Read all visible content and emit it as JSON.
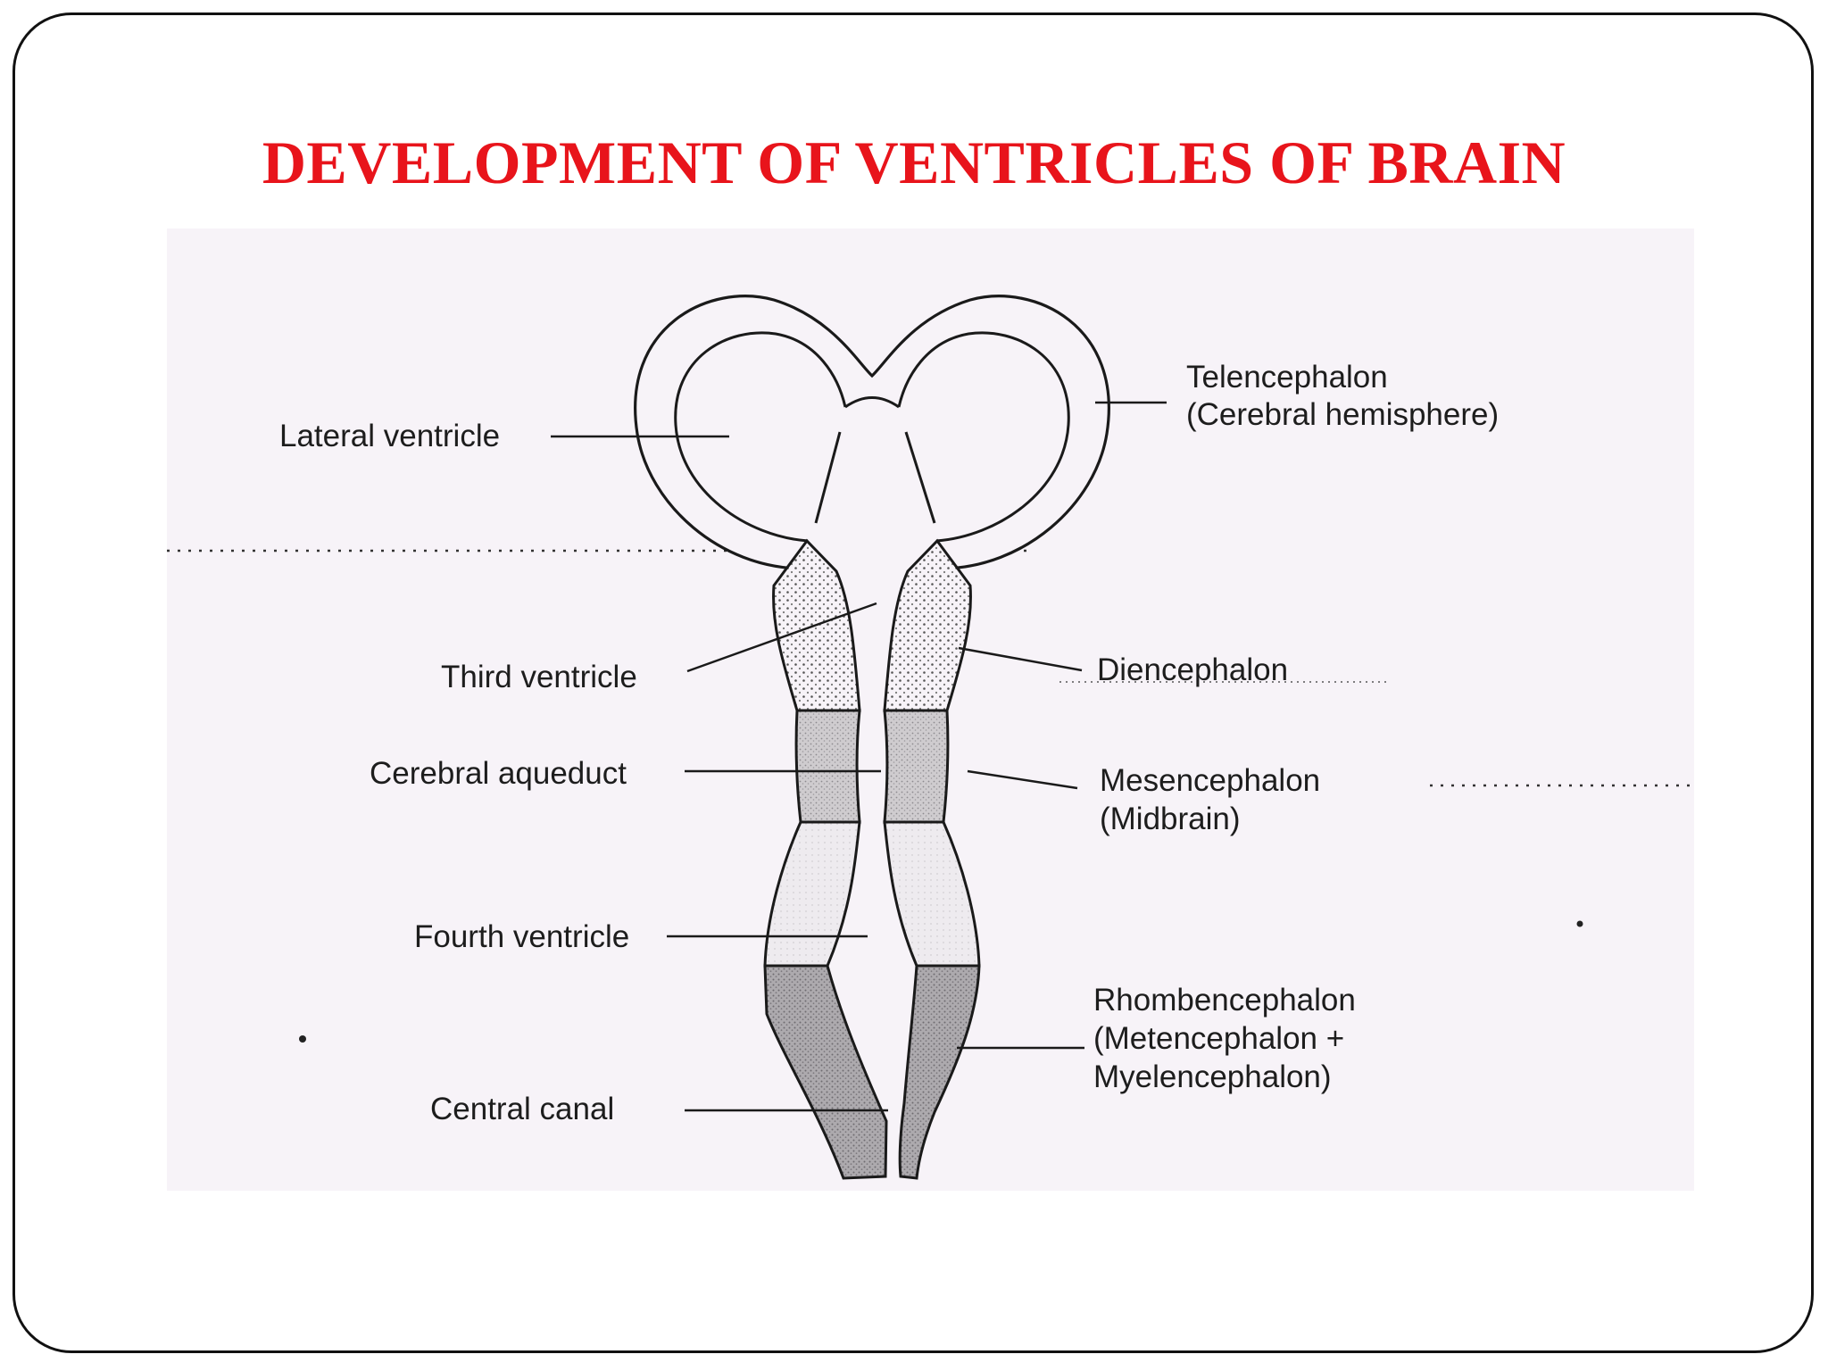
{
  "title": "DEVELOPMENT OF VENTRICLES OF BRAIN",
  "labels": {
    "lateral_ventricle": "Lateral ventricle",
    "third_ventricle": "Third ventricle",
    "cerebral_aqueduct": "Cerebral aqueduct",
    "fourth_ventricle": "Fourth ventricle",
    "central_canal": "Central canal",
    "telencephalon": "Telencephalon",
    "telencephalon_sub": "(Cerebral hemisphere)",
    "diencephalon": "Diencephalon",
    "mesencephalon": "Mesencephalon",
    "mesencephalon_sub": "(Midbrain)",
    "rhombencephalon": "Rhombencephalon",
    "rhombencephalon_sub1": "(Metencephalon +",
    "rhombencephalon_sub2": "Myelencephalon)"
  },
  "colors": {
    "title": "#e8141b",
    "figure_background": "#f7f3f8",
    "line": "#1a1a1a",
    "mesencephalon_fill": "#c9c6cb",
    "rhombencephalon_fill": "#a9a6ab",
    "metencephalon_fill": "#ece9ee"
  }
}
